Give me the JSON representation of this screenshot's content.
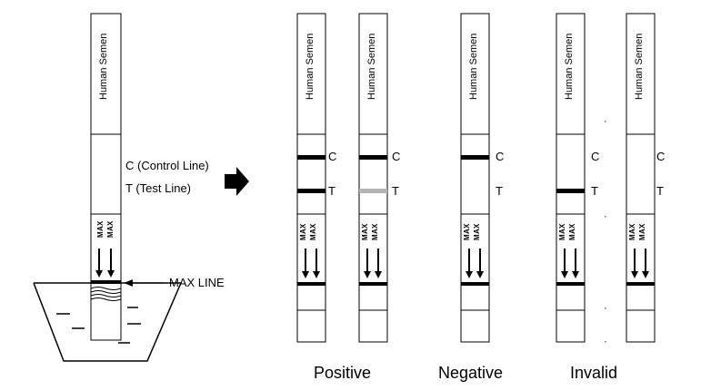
{
  "reference_strip": {
    "handle_text": "Human Semen",
    "c_label": "C (Control Line)",
    "t_label": "T (Test Line)",
    "max_text": "MAX",
    "max_line_label": "MAX LINE"
  },
  "strips": [
    {
      "handle_text": "Human Semen",
      "c_letter": "C",
      "t_letter": "T",
      "max_text": "MAX",
      "control_line": "solid",
      "test_line": "solid"
    },
    {
      "handle_text": "Human Semen",
      "c_letter": "C",
      "t_letter": "T",
      "max_text": "MAX",
      "control_line": "solid",
      "test_line": "faint"
    },
    {
      "handle_text": "Human Semen",
      "c_letter": "C",
      "t_letter": "T",
      "max_text": "MAX",
      "control_line": "solid",
      "test_line": "none"
    },
    {
      "handle_text": "Human Semen",
      "c_letter": "C",
      "t_letter": "T",
      "max_text": "MAX",
      "control_line": "none",
      "test_line": "solid"
    },
    {
      "handle_text": "Human Semen",
      "c_letter": "C",
      "t_letter": "T",
      "max_text": "MAX",
      "control_line": "none",
      "test_line": "none"
    }
  ],
  "captions": {
    "positive": "Positive",
    "negative": "Negative",
    "invalid": "Invalid"
  },
  "colors": {
    "line_solid": "#000000",
    "line_faint": "#b3b3b3",
    "outline": "#000000"
  }
}
